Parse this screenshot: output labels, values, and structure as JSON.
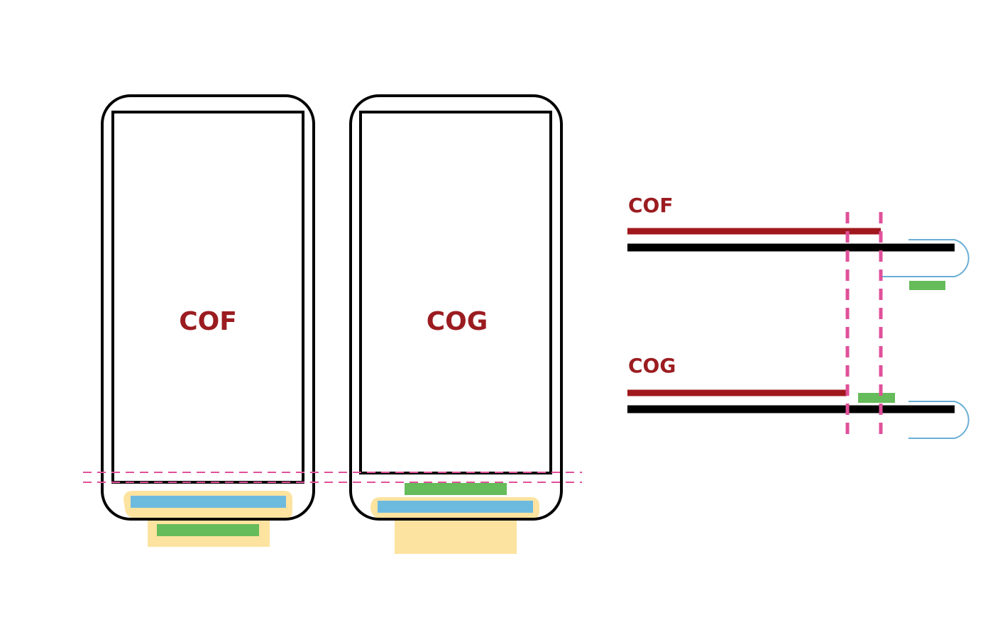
{
  "labels": {
    "phone_left": "COF",
    "phone_right": "COG",
    "side_top": "COF",
    "side_bottom": "COG"
  },
  "colors": {
    "label": "#9b1c20",
    "outline": "#000000",
    "panel_layer": "#a0171d",
    "substrate": "#000000",
    "driver_ic": "#66bb5a",
    "flex_blue": "#6dbadf",
    "flex_cable": "#fde3a0",
    "guide_dash": "#e0509a",
    "flex_outline": "#6aaed6",
    "background": "#ffffff"
  }
}
